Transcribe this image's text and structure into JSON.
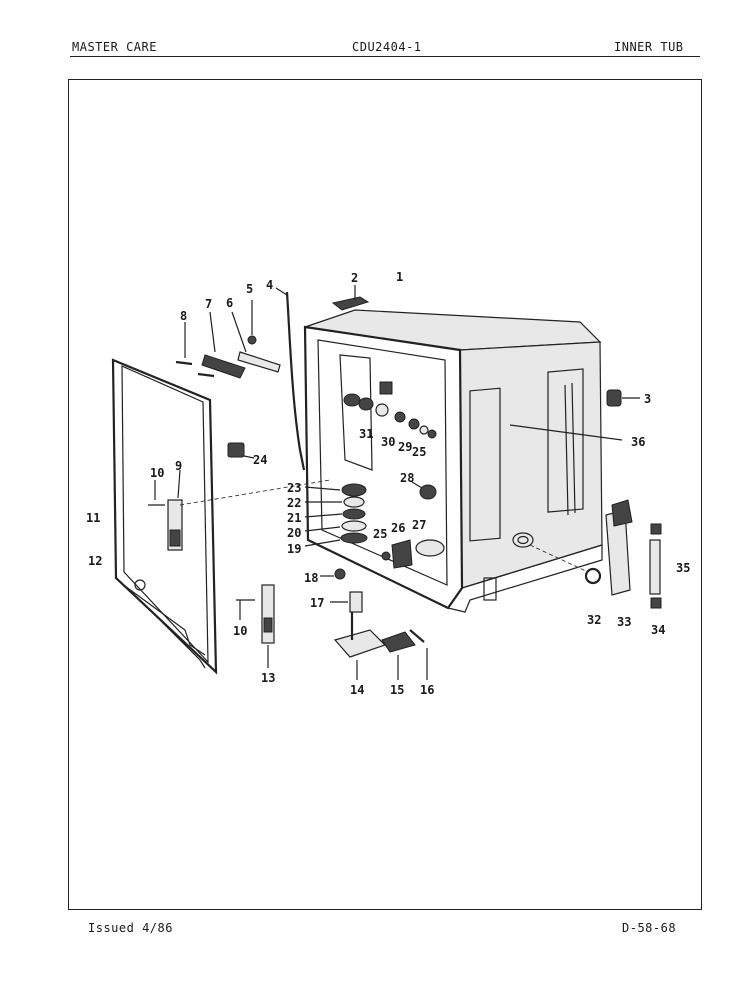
{
  "header": {
    "left": "MASTER CARE",
    "center": "CDU2404-1",
    "right": "INNER TUB"
  },
  "footer": {
    "left": "Issued 4/86",
    "right": "D-58-68"
  },
  "callouts": [
    "1",
    "2",
    "3",
    "4",
    "5",
    "6",
    "7",
    "8",
    "9",
    "10",
    "11",
    "12",
    "13",
    "14",
    "15",
    "16",
    "17",
    "18",
    "19",
    "20",
    "21",
    "22",
    "23",
    "24",
    "25",
    "26",
    "27",
    "28",
    "29",
    "30",
    "31",
    "32",
    "33",
    "34",
    "35",
    "36",
    "10",
    "25"
  ]
}
